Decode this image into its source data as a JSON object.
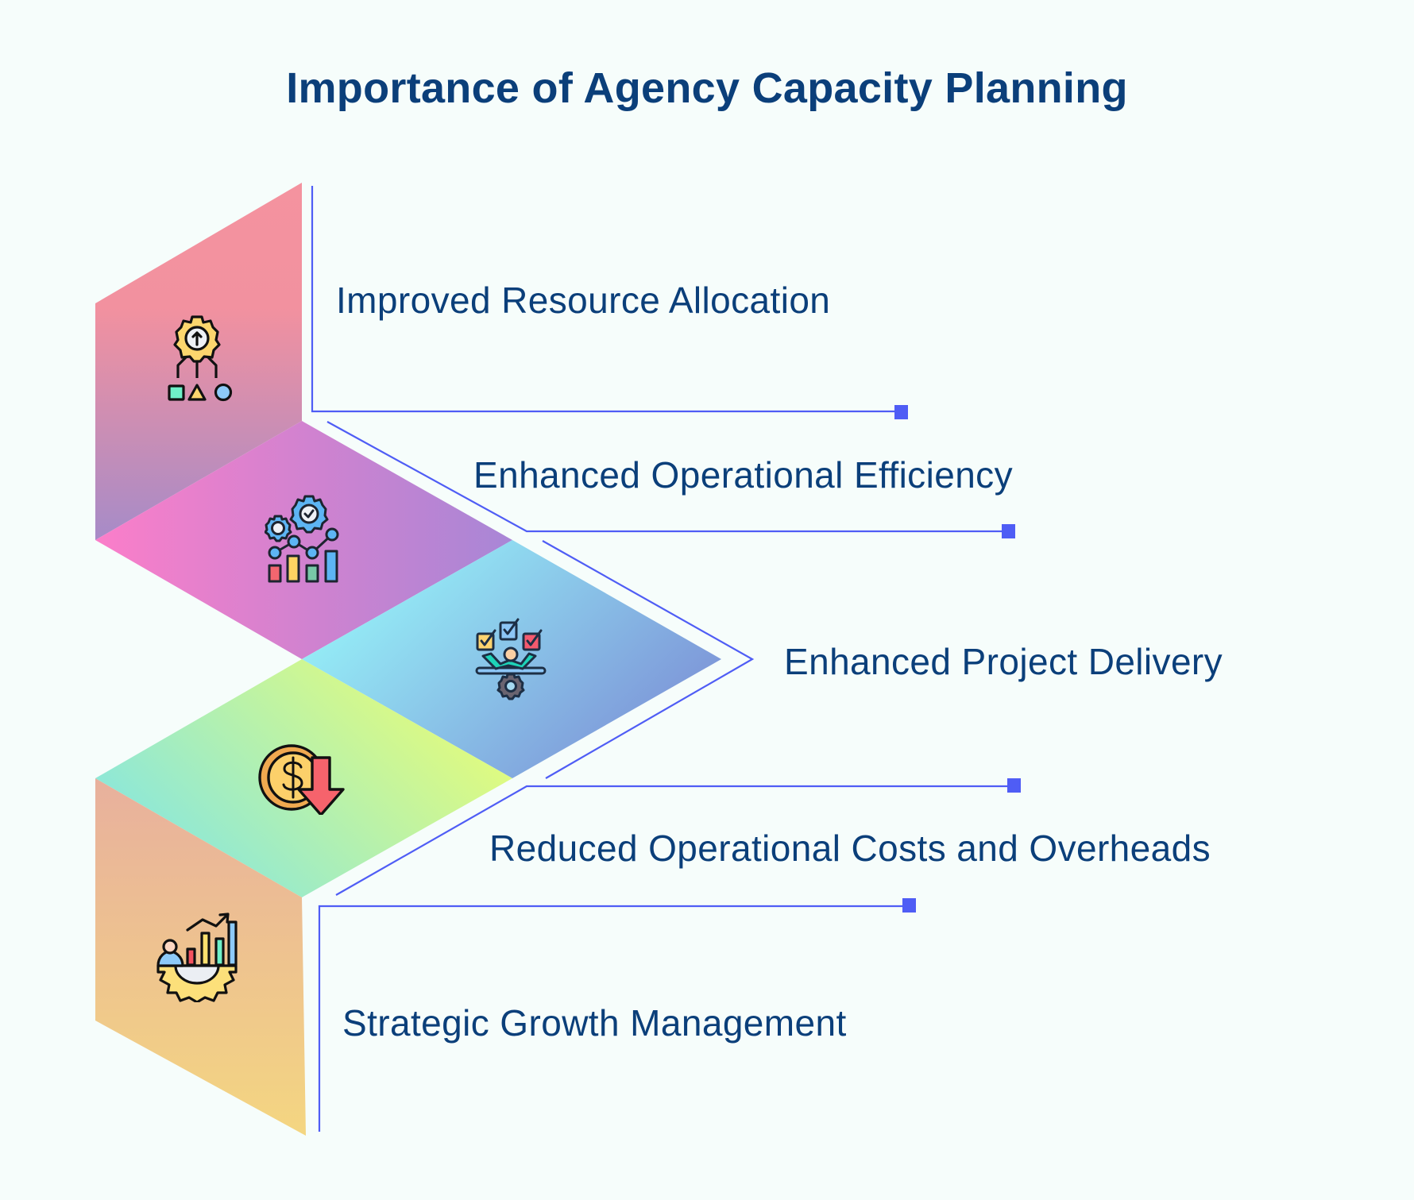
{
  "title": "Importance of Agency Capacity Planning",
  "colors": {
    "background": "#f6fdfb",
    "text": "#0b3f7a",
    "connector_line": "#4f5df5"
  },
  "items": [
    {
      "label": "Improved Resource Allocation",
      "icon": "gear-hierarchy-icon",
      "gradient": [
        "#f4939f",
        "#a68bc8"
      ]
    },
    {
      "label": "Enhanced Operational Efficiency",
      "icon": "gear-chart-icon",
      "gradient": [
        "#f77fca",
        "#a886d6"
      ]
    },
    {
      "label": "Enhanced Project Delivery",
      "icon": "person-tasks-gear-icon",
      "gradient": [
        "#96f2f8",
        "#7d9ad9"
      ]
    },
    {
      "label": "Reduced Operational Costs and Overheads",
      "icon": "dollar-down-arrow-icon",
      "gradient": [
        "#8fe8d6",
        "#e6fc79"
      ]
    },
    {
      "label": "Strategic Growth Management",
      "icon": "person-growth-gear-icon",
      "gradient": [
        "#e8b09d",
        "#f3d581"
      ]
    }
  ]
}
